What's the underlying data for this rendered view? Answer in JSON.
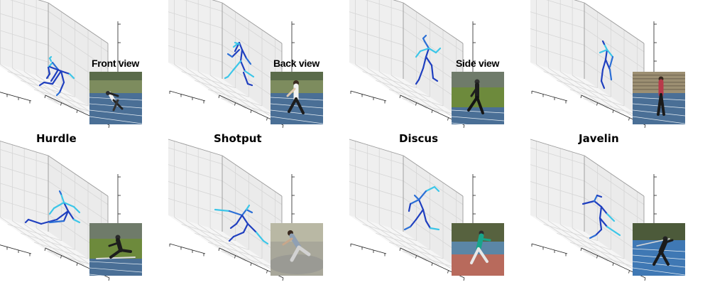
{
  "view_labels": [
    "Front view",
    "Back view",
    "Side view"
  ],
  "sports": [
    "Hurdle",
    "Shotput",
    "Discus",
    "Javelin"
  ],
  "colors": {
    "skeleton_dark": "#1f3fbf",
    "skeleton_mid": "#2b6fd6",
    "skeleton_light": "#3cc6e8",
    "grid": "#d6d6d6",
    "pane": "#f2f2f2",
    "track": "#4a6f96",
    "grass": "#6d8a3c"
  }
}
